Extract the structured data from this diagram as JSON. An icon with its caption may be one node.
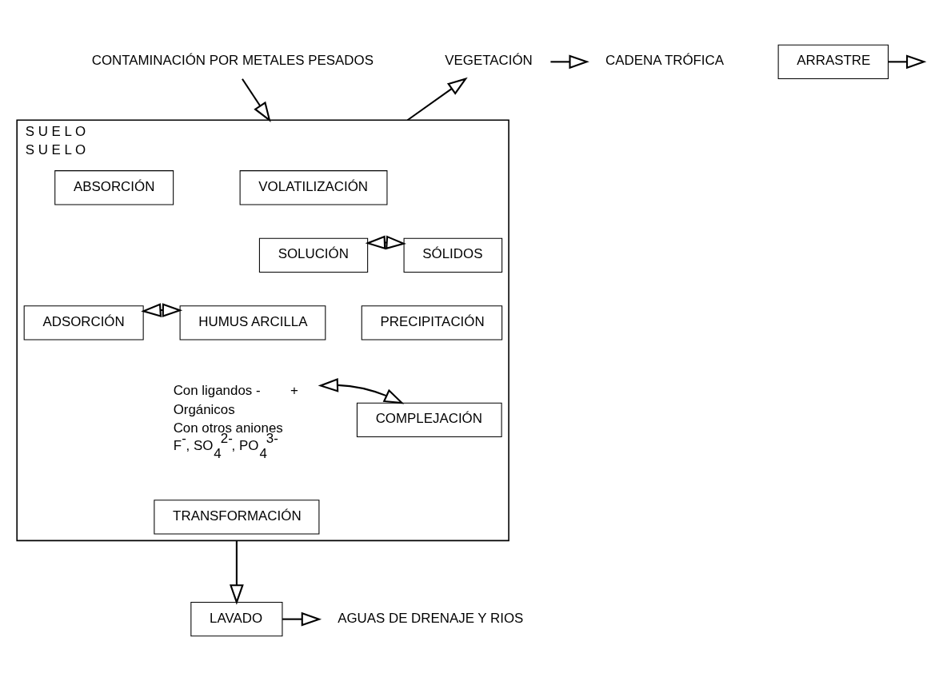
{
  "diagram": {
    "nodes": [
      {
        "text": [
          "S U E L O",
          "S U E L O"
        ]
      },
      {
        "text": [
          "CONTAMINACIÓN POR METALES PESADOS"
        ]
      },
      {
        "text": [
          "VOLATILIZACIÓN"
        ],
        "in": 0
      },
      {
        "text": [
          "ABSORCIÓN"
        ],
        "in": 0
      },
      {
        "text": [
          "SOLUCIÓN"
        ],
        "in": 0
      },
      {
        "text": [
          "SÓLIDOS"
        ],
        "in": 0
      },
      {
        "text": [
          "PRECIPITACIÓN"
        ],
        "in": 0
      },
      {
        "text": [
          "ADSORCIÓN"
        ],
        "in": 0
      },
      {
        "text": [
          "HUMUS ARCILLA"
        ],
        "in": 0
      },
      {
        "text": [
          "Con ligandos -        +",
          "Orgánicos",
          "Con otros aniones",
          "F$^{-}$, SO$_{4}$$^{2-}$, PO$_{4}$$^{3-}$"
        ],
        "in": 0
      },
      {
        "text": [
          "COMPLEJACIÓN"
        ],
        "in": 0
      },
      {
        "text": [
          "TRANSFORMACIÓN"
        ],
        "in": 0
      },
      {
        "text": [
          "VEGETACIÓN"
        ]
      },
      {
        "text": [
          "CADENA TRÓFICA"
        ]
      },
      {
        "text": [
          "ARRASTRE"
        ]
      },
      {
        "text": [
          "LAVADO"
        ]
      },
      {
        "text": [
          "AGUAS DE DRENAJE Y RIOS"
        ]
      }
    ],
    "edges": [
      {
        "from": 1,
        "to": 0,
        "arrow": "to"
      },
      {
        "from": 0,
        "to": 12,
        "arrow": "to"
      },
      {
        "from": 12,
        "to": 13,
        "arrow": "to"
      },
      {
        "from": 14,
        "to": null,
        "arrow": "to"
      },
      {
        "from": 4,
        "to": 5,
        "arrow": "both"
      },
      {
        "from": 7,
        "to": 8,
        "arrow": "both"
      },
      {
        "from": 9,
        "to": 10,
        "arrow": "both"
      },
      {
        "from": 0,
        "to": 15,
        "arrow": "to"
      },
      {
        "from": 15,
        "to": 16,
        "arrow": "to"
      }
    ]
  }
}
